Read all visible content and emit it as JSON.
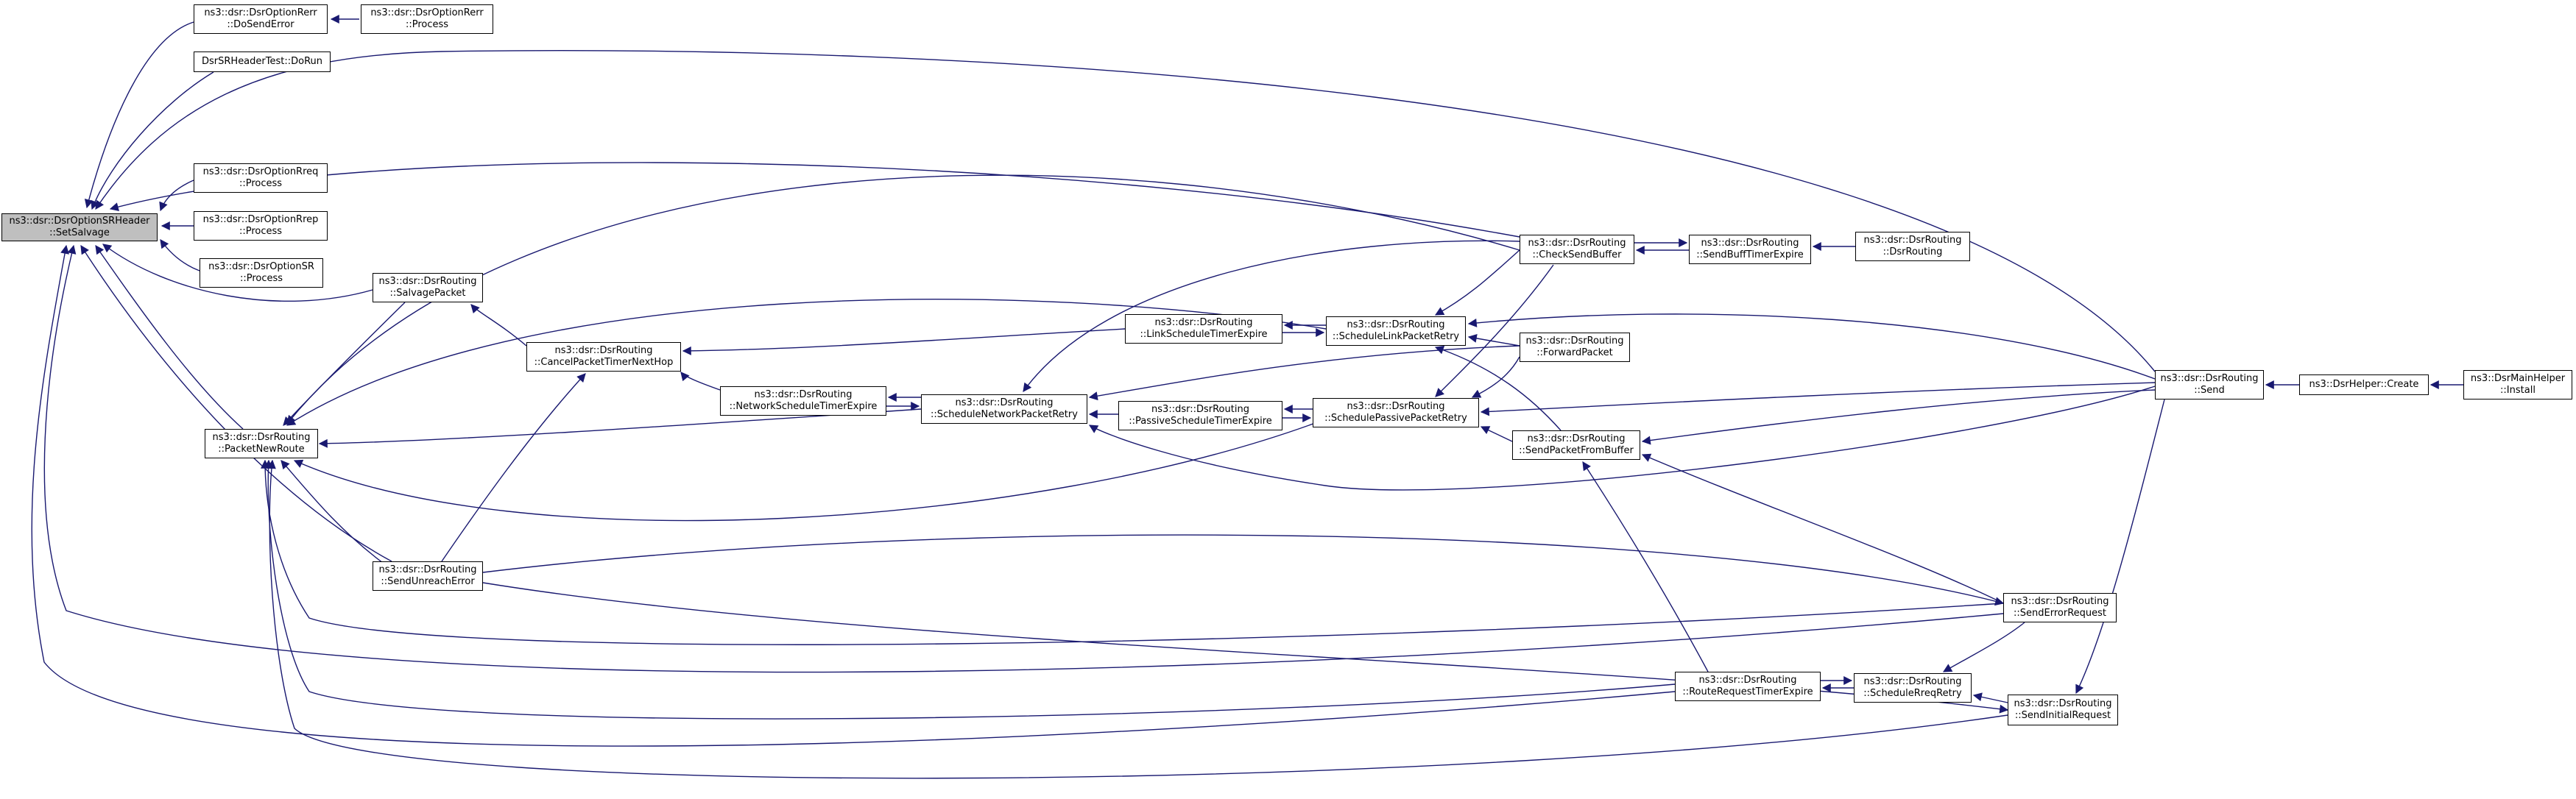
{
  "colors": {
    "edge": "#191970",
    "root_fill": "#bfbfbf",
    "node_fill": "#ffffff",
    "border": "#000000"
  },
  "nodes": {
    "setSalvage": {
      "lines": [
        "ns3::dsr::DsrOptionSRHeader",
        "::SetSalvage"
      ]
    },
    "rerrDoSendError": {
      "lines": [
        "ns3::dsr::DsrOptionRerr",
        "::DoSendError"
      ]
    },
    "rerrProcess": {
      "lines": [
        "ns3::dsr::DsrOptionRerr",
        "::Process"
      ]
    },
    "srHeaderTestDoRun": {
      "lines": [
        "DsrSRHeaderTest::DoRun"
      ]
    },
    "rreqProcess": {
      "lines": [
        "ns3::dsr::DsrOptionRreq",
        "::Process"
      ]
    },
    "rrepProcess": {
      "lines": [
        "ns3::dsr::DsrOptionRrep",
        "::Process"
      ]
    },
    "srProcess": {
      "lines": [
        "ns3::dsr::DsrOptionSR",
        "::Process"
      ]
    },
    "salvagePacket": {
      "lines": [
        "ns3::dsr::DsrRouting",
        "::SalvagePacket"
      ]
    },
    "packetNewRoute": {
      "lines": [
        "ns3::dsr::DsrRouting",
        "::PacketNewRoute"
      ]
    },
    "cancelPacketTimerNextHop": {
      "lines": [
        "ns3::dsr::DsrRouting",
        "::CancelPacketTimerNextHop"
      ]
    },
    "networkScheduleTimerExpire": {
      "lines": [
        "ns3::dsr::DsrRouting",
        "::NetworkScheduleTimerExpire"
      ]
    },
    "scheduleNetworkPacketRetry": {
      "lines": [
        "ns3::dsr::DsrRouting",
        "::ScheduleNetworkPacketRetry"
      ]
    },
    "linkScheduleTimerExpire": {
      "lines": [
        "ns3::dsr::DsrRouting",
        "::LinkScheduleTimerExpire"
      ]
    },
    "passiveScheduleTimerExpire": {
      "lines": [
        "ns3::dsr::DsrRouting",
        "::PassiveScheduleTimerExpire"
      ]
    },
    "scheduleLinkPacketRetry": {
      "lines": [
        "ns3::dsr::DsrRouting",
        "::ScheduleLinkPacketRetry"
      ]
    },
    "schedulePassivePacketRetry": {
      "lines": [
        "ns3::dsr::DsrRouting",
        "::SchedulePassivePacketRetry"
      ]
    },
    "checkSendBuffer": {
      "lines": [
        "ns3::dsr::DsrRouting",
        "::CheckSendBuffer"
      ]
    },
    "forwardPacket": {
      "lines": [
        "ns3::dsr::DsrRouting",
        "::ForwardPacket"
      ]
    },
    "sendPacketFromBuffer": {
      "lines": [
        "ns3::dsr::DsrRouting",
        "::SendPacketFromBuffer"
      ]
    },
    "sendBuffTimerExpire": {
      "lines": [
        "ns3::dsr::DsrRouting",
        "::SendBuffTimerExpire"
      ]
    },
    "dsrRoutingCtor": {
      "lines": [
        "ns3::dsr::DsrRouting",
        "::DsrRouting"
      ]
    },
    "sendUnreachError": {
      "lines": [
        "ns3::dsr::DsrRouting",
        "::SendUnreachError"
      ]
    },
    "routeRequestTimerExpire": {
      "lines": [
        "ns3::dsr::DsrRouting",
        "::RouteRequestTimerExpire"
      ]
    },
    "scheduleRreqRetry": {
      "lines": [
        "ns3::dsr::DsrRouting",
        "::ScheduleRreqRetry"
      ]
    },
    "sendInitialRequest": {
      "lines": [
        "ns3::dsr::DsrRouting",
        "::SendInitialRequest"
      ]
    },
    "sendErrorRequest": {
      "lines": [
        "ns3::dsr::DsrRouting",
        "::SendErrorRequest"
      ]
    },
    "send": {
      "lines": [
        "ns3::dsr::DsrRouting",
        "::Send"
      ]
    },
    "helperCreate": {
      "lines": [
        "ns3::DsrHelper::Create"
      ]
    },
    "mainHelperInstall": {
      "lines": [
        "ns3::DsrMainHelper",
        "::Install"
      ]
    }
  }
}
